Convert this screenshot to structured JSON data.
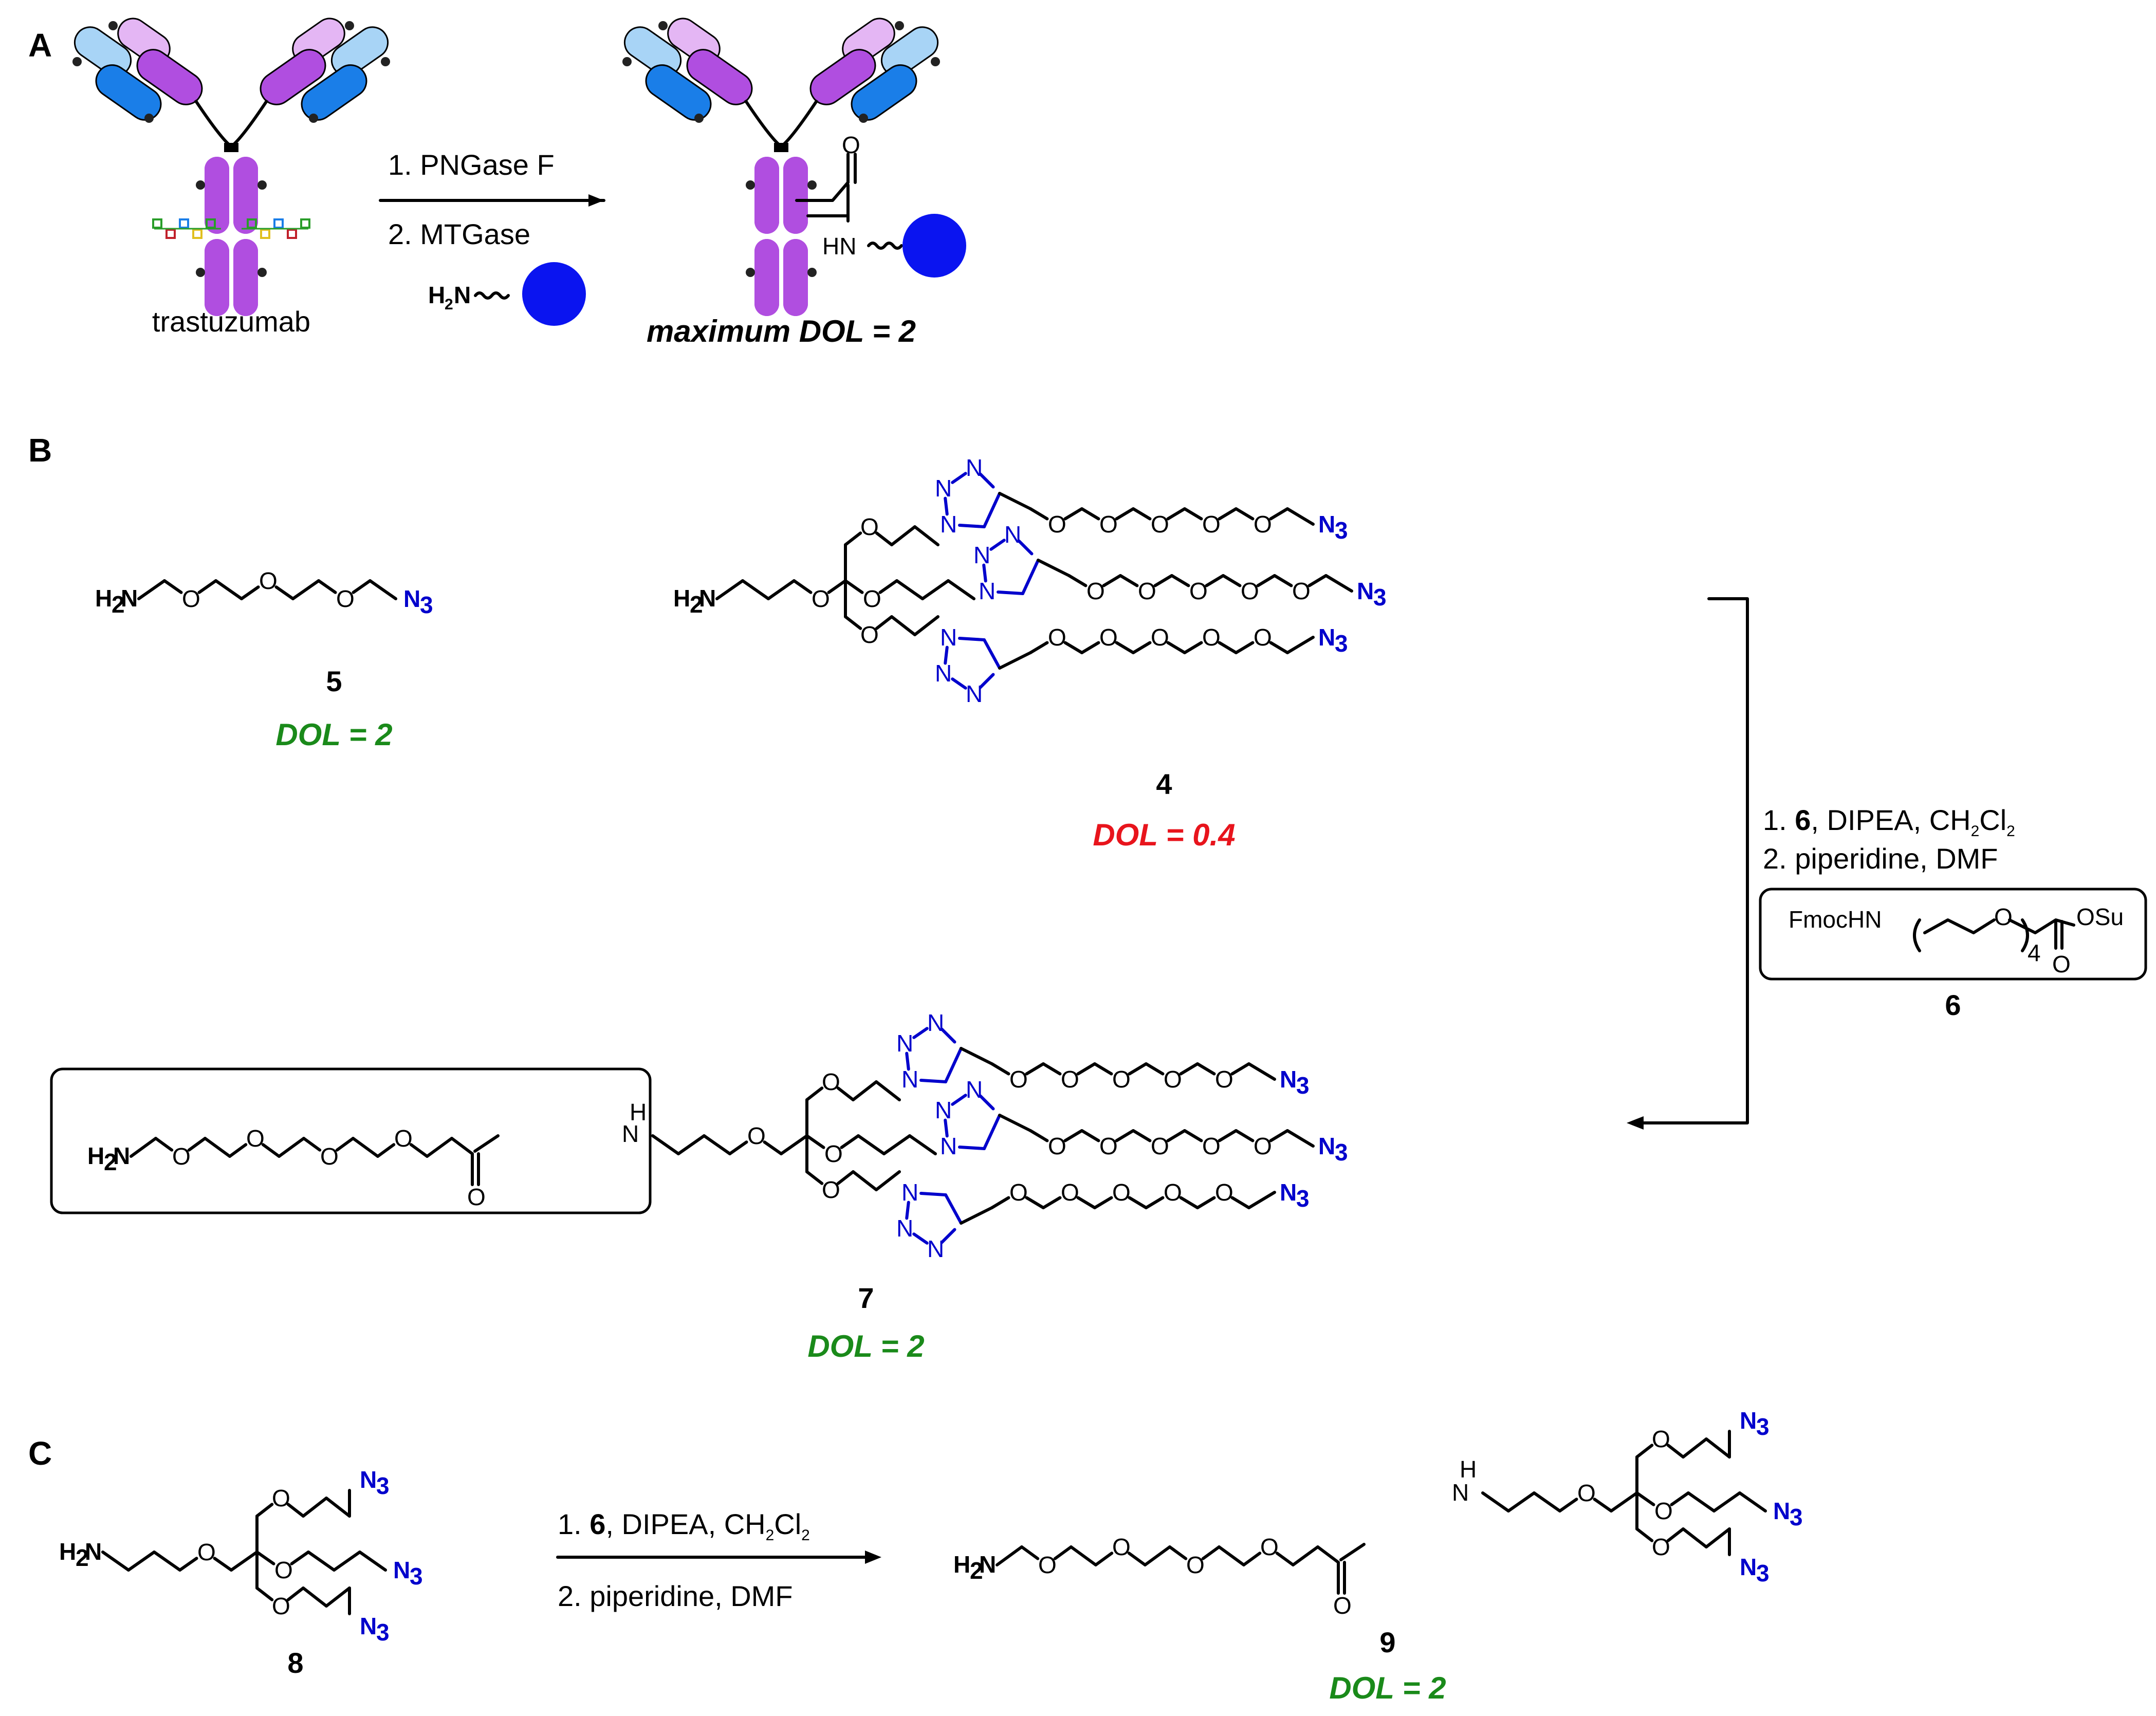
{
  "panels": {
    "a": "A",
    "b": "B",
    "c": "C"
  },
  "panel_a": {
    "antibody_label": "trastuzumab",
    "step1": "1. PNGase F",
    "step2": "2. MTGase",
    "reagent_h": "H",
    "reagent_sub": "2",
    "reagent_n": "N",
    "product_hn": "HN",
    "product_o": "O",
    "product_caption": "maximum DOL = 2"
  },
  "panel_b": {
    "c5_label": "5",
    "c5_dol": "DOL = 2",
    "c4_label": "4",
    "c4_dol": "DOL = 0.4",
    "c7_label": "7",
    "c7_dol": "DOL = 2",
    "cond1_pre": "1. ",
    "cond1_bold": "6",
    "cond1_post": ", DIPEA, CH",
    "cond1_sub": "2",
    "cond1_cl": "Cl",
    "cond1_sub2": "2",
    "cond2": "2. piperidine, DMF",
    "reagent6_fmoc": "FmocHN",
    "reagent6_n": "4",
    "reagent6_osu": "OSu",
    "reagent6_o": "O",
    "reagent6_label": "6",
    "amide_h": "H",
    "amide_n": "N"
  },
  "panel_c": {
    "c8_label": "8",
    "c9_label": "9",
    "c9_dol": "DOL = 2",
    "cond1_pre": "1. ",
    "cond1_bold": "6",
    "cond1_post": ", DIPEA, CH",
    "cond1_sub": "2",
    "cond1_cl": "Cl",
    "cond1_sub2": "2",
    "cond2": "2. piperidine, DMF",
    "amide_h": "H",
    "amide_n": "N"
  },
  "atoms": {
    "O": "O",
    "N": "N",
    "H2N": "H",
    "two": "2",
    "N3": "N",
    "three": "3"
  },
  "colors": {
    "green": "#1a8a1a",
    "red": "#e8141c",
    "blue": "#0000cc",
    "dye": "#0a14f0",
    "heavy": "#b04ee0",
    "light_dark": "#1a7ee8",
    "light_pale": "#a8d4f6",
    "heavy_pale": "#e4b6f4"
  },
  "icons": [
    "antibody-icon",
    "dye-icon"
  ]
}
